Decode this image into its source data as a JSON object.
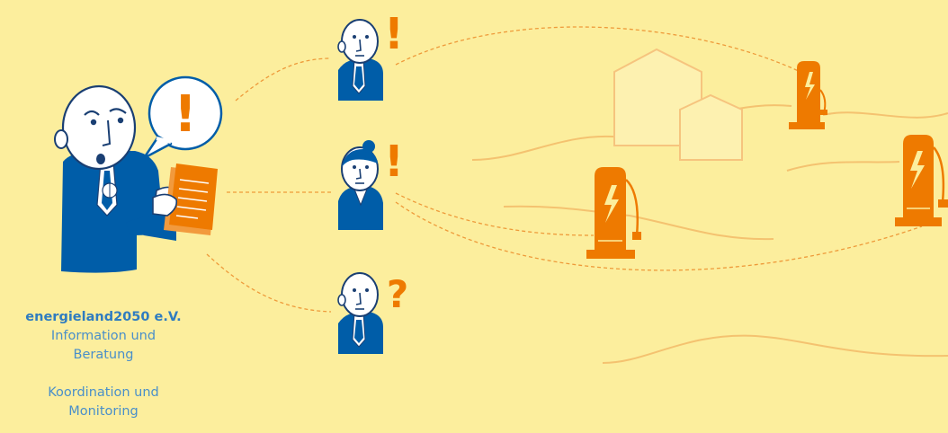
{
  "caption": {
    "organization": "energieland2050 e.V.",
    "role1_line1": "Information und",
    "role1_line2": "Beratung",
    "role2_line1": "Koordination und",
    "role2_line2": "Monitoring"
  },
  "speech": {
    "advisor_bubble": "!",
    "person_top": "!",
    "person_middle": "!",
    "person_bottom": "?"
  },
  "colors": {
    "background": "#fcee9d",
    "figure_blue": "#005da8",
    "accent_orange": "#ee7a00",
    "house_fill": "#fdf1b0",
    "house_stroke": "#f6c47e",
    "caption_text": "#4a8fc9"
  },
  "icons": [
    "advisor-figure",
    "speech-bubble-icon",
    "document-icon",
    "person-icon",
    "house-icon",
    "charging-station-icon"
  ]
}
